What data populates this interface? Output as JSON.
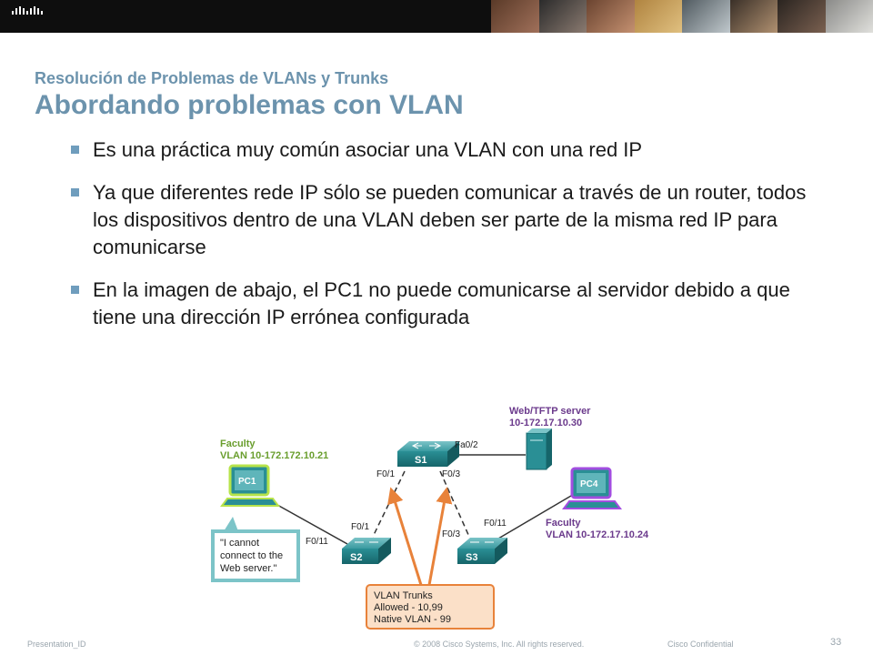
{
  "header": {
    "title": "Resolución de Problemas de VLANs y Trunks",
    "subtitle": "Abordando problemas con VLAN"
  },
  "bullets": [
    "Es una práctica muy común asociar una VLAN con una red IP",
    "Ya que diferentes rede IP sólo se pueden comunicar a través de un router, todos los dispositivos dentro de una VLAN deben ser parte de la misma red IP para comunicarse",
    "En la imagen de abajo, el PC1 no puede comunicarse al servidor debido a que tiene una dirección IP errónea configurada"
  ],
  "diagram": {
    "server_label_1": "Web/TFTP server",
    "server_label_2": "10-172.17.10.30",
    "pc1_label_1": "Faculty",
    "pc1_label_2": "VLAN 10-172.172.10.21",
    "pc4_label_1": "Faculty",
    "pc4_label_2": "VLAN 10-172.17.10.24",
    "pc1_name": "PC1",
    "pc4_name": "PC4",
    "s1_name": "S1",
    "s2_name": "S2",
    "s3_name": "S3",
    "s1_fa02": "Fa0/2",
    "s1_f01": "F0/1",
    "s1_f03": "F0/3",
    "s2_f01": "F0/1",
    "s2_f011": "F0/11",
    "s3_f03": "F0/3",
    "s3_f011": "F0/11",
    "callout_1": "\"I cannot",
    "callout_2": "connect to the",
    "callout_3": "Web server.\"",
    "trunk_1": "VLAN Trunks",
    "trunk_2": "Allowed - 10,99",
    "trunk_3": "Native VLAN - 99"
  },
  "footer": {
    "left": "Presentation_ID",
    "center": "© 2008 Cisco Systems, Inc. All rights reserved.",
    "right": "Cisco Confidential",
    "page": "33"
  },
  "colors": {
    "title": "#6c93ad",
    "label_green": "#6a9e2e",
    "label_purple": "#6b3a8c",
    "trunk_orange": "#e8823a",
    "switch_teal": "#2a8f95"
  },
  "icons": [
    "cisco-logo-icon",
    "switch-icon",
    "pc-icon",
    "server-icon"
  ]
}
